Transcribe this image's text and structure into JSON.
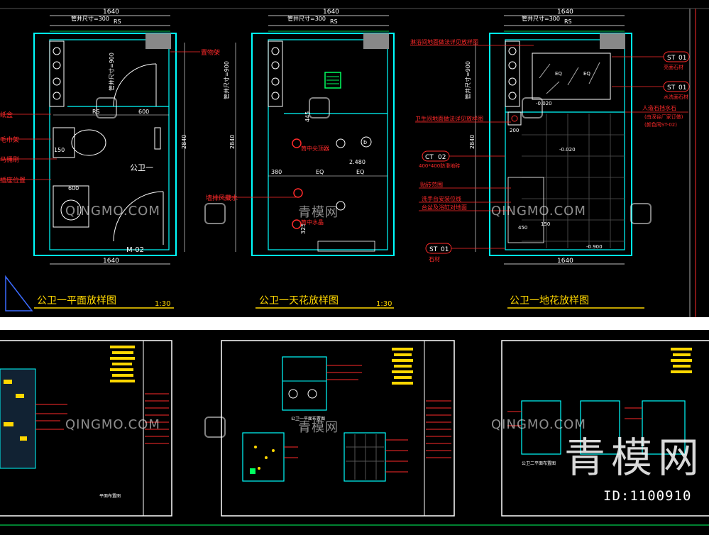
{
  "plans": [
    {
      "title": "公卫一平面放样图",
      "scale": "1:30",
      "top_dim": "1640",
      "shaft": "管井尺寸=300",
      "rs": "RS",
      "bottom_dim": "1640",
      "height_dim": "2840",
      "room": "公卫一",
      "door": "M-02",
      "dims": [
        "600",
        "600",
        "150"
      ],
      "shaft_v": "管井尺寸=900"
    },
    {
      "title": "公卫一天花放样图",
      "scale": "1:30",
      "top_dim": "1640",
      "shaft": "管井尺寸=300",
      "rs": "RS",
      "height_dim": "2840",
      "shaft_v": "管井尺寸=900",
      "dims": [
        "445",
        "380",
        "EQ",
        "EQ",
        "2.480",
        "325"
      ],
      "labels": [
        "筒中尖顶器",
        "筒中水晶"
      ]
    },
    {
      "title": "公卫一地花放样图",
      "scale": "",
      "top_dim": "1640",
      "shaft": "管井尺寸=300",
      "rs": "RS",
      "bottom_dim": "1640",
      "height_dim": "2840",
      "shaft_v": "管井尺寸=900",
      "dims": [
        "EQ",
        "EQ",
        "200",
        "-0.020",
        "-0.020",
        "450",
        "150",
        "-0.900"
      ]
    }
  ],
  "left_labels": [
    "置物架",
    "纸盒",
    "毛巾架",
    "马桶刷",
    "插座位置"
  ],
  "ceiling_label": "墙排风藏水",
  "floor_callouts": [
    "淋浴间地面做法详见放样图",
    "卫生间地面做法详见放样图",
    "贴砖范围",
    "洗手台安装位线",
    "台盆及浴缸对地面"
  ],
  "tags": [
    {
      "code": "ST",
      "num": "01",
      "desc": "亮面石材"
    },
    {
      "code": "ST",
      "num": "01",
      "desc": "水洗面石材"
    },
    {
      "code": "CT",
      "num": "02",
      "desc": "400*400防滑地砖"
    },
    {
      "code": "ST",
      "num": "01",
      "desc": "石材"
    }
  ],
  "stone_note": [
    "人造石挡水石",
    "(由深谷厂家订做)",
    "(颜色同ST-02)"
  ],
  "watermark_text": "QINGMO.COM",
  "watermark_cn": "青模网",
  "big_logo": "青模网",
  "id_label": "ID:1100910",
  "colors": {
    "background": "#000000",
    "wall": "#00ffff",
    "dim": "#ffffff",
    "callout": "#ff2a2a",
    "title": "#ffd700",
    "fixture": "#ffffff",
    "green": "#00ff60"
  },
  "sheets": [
    {
      "label": "平面布置图"
    },
    {
      "label": "公卫一平面布置图"
    },
    {
      "label": "公卫二平面布置图"
    }
  ]
}
